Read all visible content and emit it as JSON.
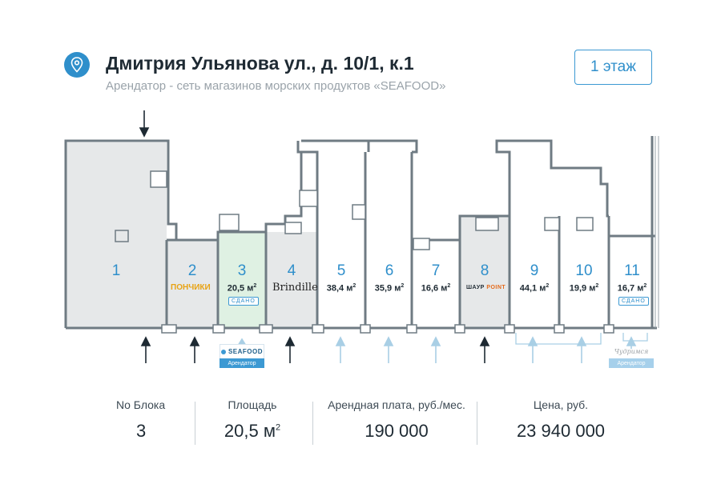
{
  "header": {
    "address": "Дмитрия Ульянова ул., д. 10/1, к.1",
    "subtitle": "Арендатор - сеть магазинов морских продуктов «SEAFOOD»",
    "floor_button": "1 этаж",
    "pin_icon": "location-pin-icon"
  },
  "colors": {
    "accent": "#2f8fcb",
    "selected_fill": "#dff1e3",
    "occupied_fill": "#e6e8e9",
    "wall": "#6f7b83",
    "arrow_dark": "#1e2a33",
    "arrow_light": "#a9cfe5"
  },
  "units": [
    {
      "num": "1",
      "area": "",
      "status": "occupied"
    },
    {
      "num": "2",
      "area": "",
      "status": "occupied",
      "tenant_logo": "ПОНЧИКИ"
    },
    {
      "num": "3",
      "area": "20,5 м",
      "area_unit_sup": "2",
      "status": "selected",
      "badge": "СДАНО"
    },
    {
      "num": "4",
      "area": "",
      "status": "occupied",
      "tenant_logo": "Brindille"
    },
    {
      "num": "5",
      "area": "38,4 м",
      "area_unit_sup": "2",
      "status": "free"
    },
    {
      "num": "6",
      "area": "35,9 м",
      "area_unit_sup": "2",
      "status": "free"
    },
    {
      "num": "7",
      "area": "16,6 м",
      "area_unit_sup": "2",
      "status": "free"
    },
    {
      "num": "8",
      "area": "",
      "status": "occupied",
      "tenant_logo_a": "ШАУР",
      "tenant_logo_b": "POINT"
    },
    {
      "num": "9",
      "area": "44,1 м",
      "area_unit_sup": "2",
      "status": "free"
    },
    {
      "num": "10",
      "area": "19,9 м",
      "area_unit_sup": "2",
      "status": "free"
    },
    {
      "num": "11",
      "area": "16,7 м",
      "area_unit_sup": "2",
      "status": "free",
      "badge": "СДАНО"
    }
  ],
  "tenant_cards": [
    {
      "logo": "SEAFOOD",
      "label": "Арендатор"
    },
    {
      "logo": "Чудримся",
      "label": "Арендатор"
    }
  ],
  "stats": {
    "block_label": "No Блока",
    "block_value": "3",
    "area_label": "Площадь",
    "area_value": "20,5 м",
    "area_sup": "2",
    "rent_label": "Арендная плата, руб./мес.",
    "rent_value": "190 000",
    "price_label": "Цена, руб.",
    "price_value": "23 940 000"
  }
}
